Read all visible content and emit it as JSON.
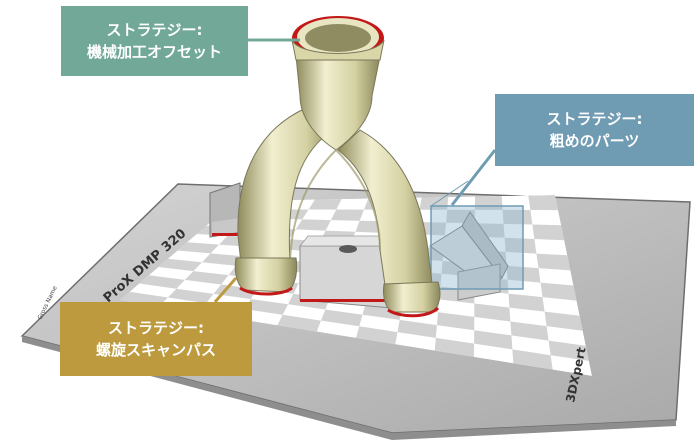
{
  "callouts": {
    "machining": {
      "line1": "ストラテジー:",
      "line2": "機械加工オフセット",
      "color": "#72a898"
    },
    "coarse": {
      "line1": "ストラテジー:",
      "line2": "粗めのパーツ",
      "color": "#6f9bb3"
    },
    "spiral": {
      "line1": "ストラテジー:",
      "line2": "螺旋スキャンパス",
      "color": "#bd9a3d"
    }
  },
  "build_plate": {
    "printer_label": "ProX DMP 320",
    "brand_label": "3DXpert",
    "small_label": "Gross Name",
    "color": "#bdbdbd"
  },
  "part_colors": {
    "body": "#e3e1b8",
    "rim": "#c21818",
    "support_block": "#d5d5d5"
  }
}
